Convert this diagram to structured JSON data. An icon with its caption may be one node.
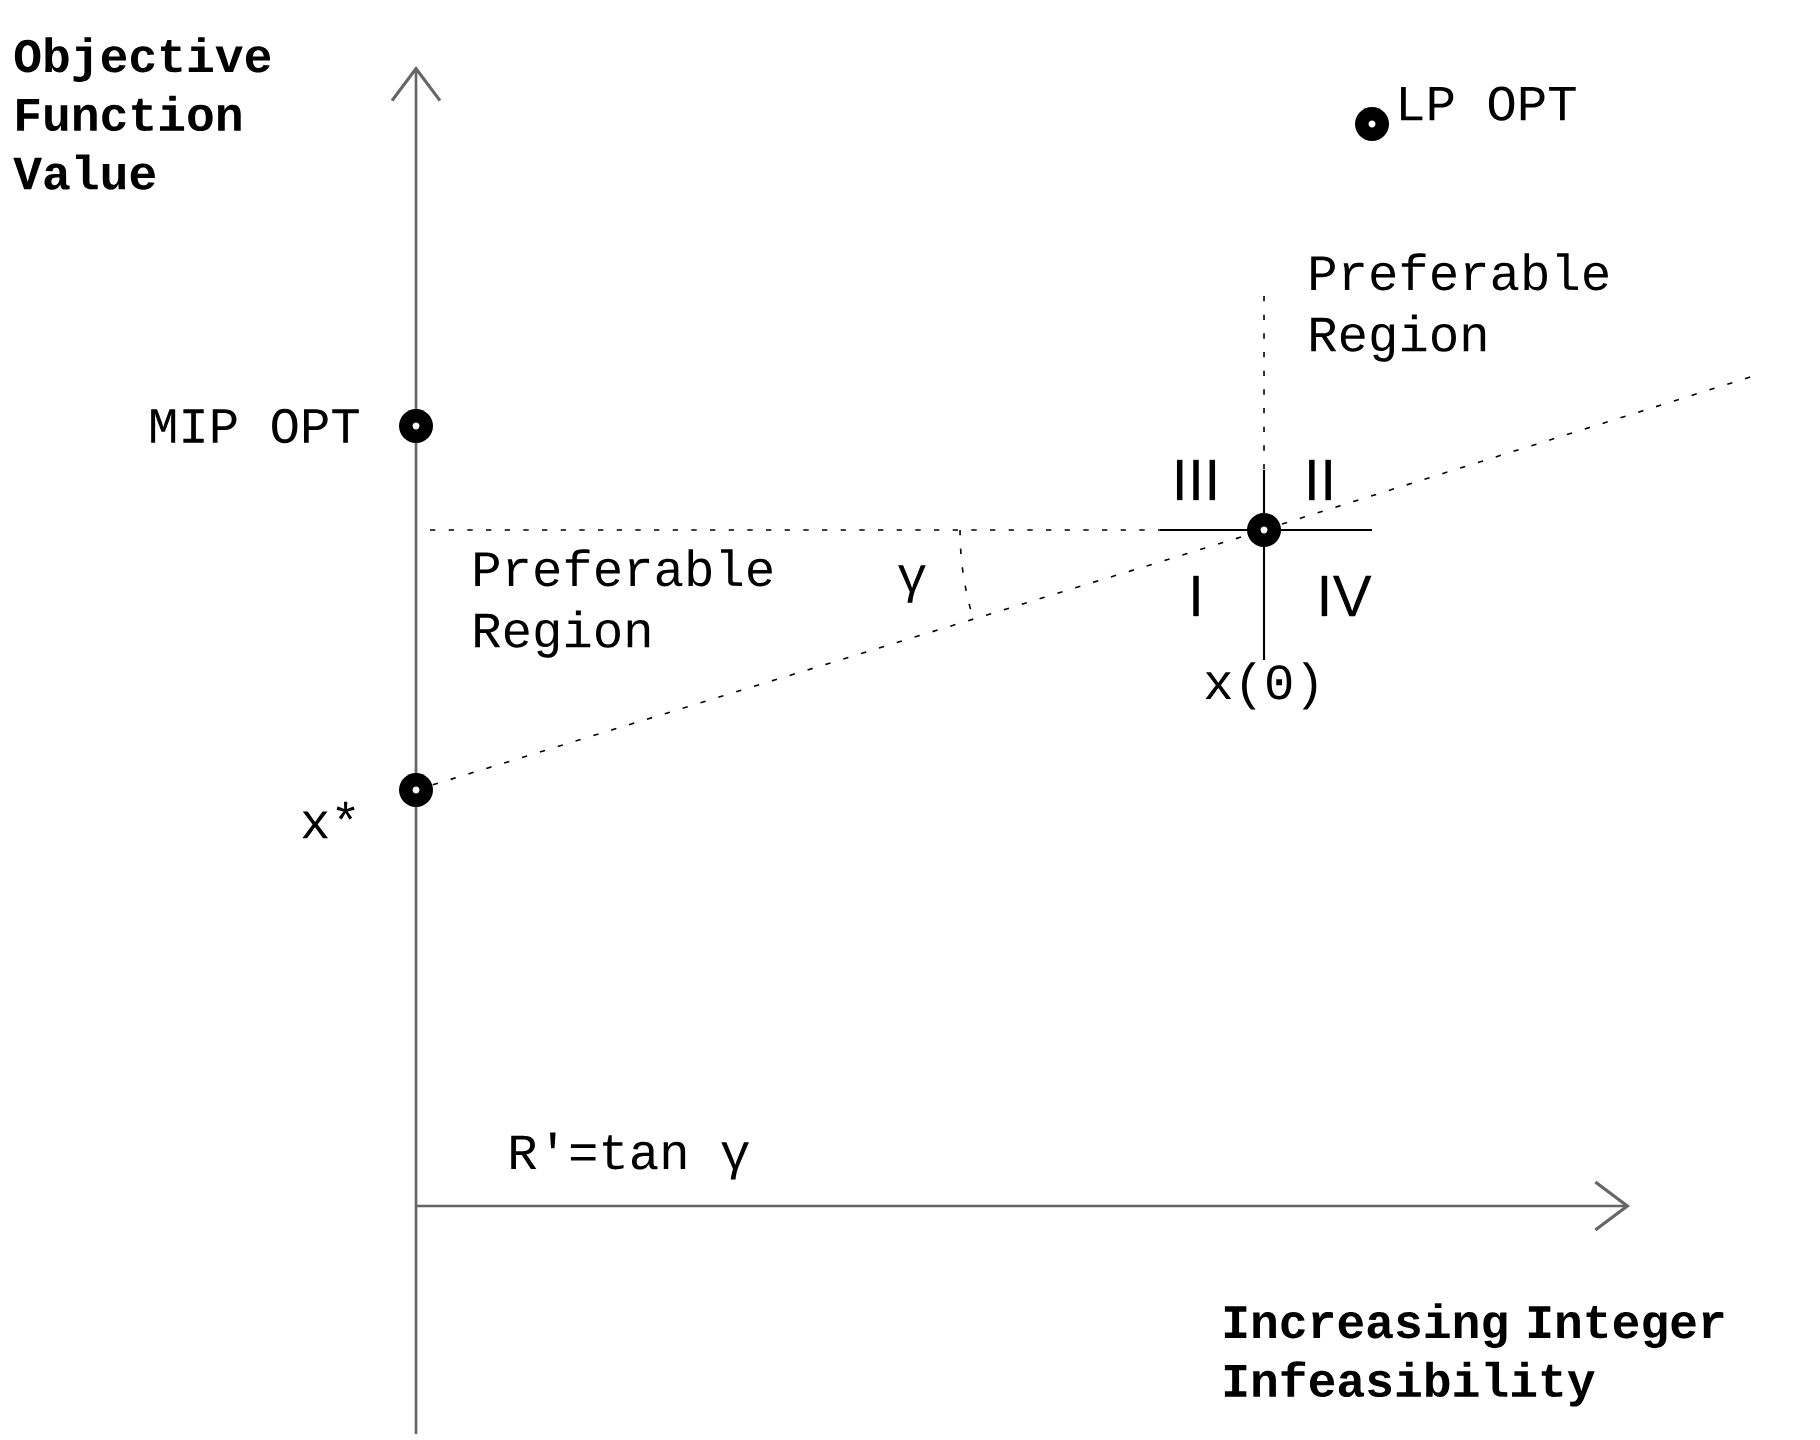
{
  "diagram": {
    "nodes": [
      {
        "text": [],
        "shape": "circle",
        "beside": [
          "LP OPT"
        ]
      },
      {
        "text": [],
        "shape": "circle",
        "beside": [
          "MIP OPT"
        ]
      },
      {
        "text": [],
        "shape": "circle",
        "beside": [
          "x(0)"
        ]
      },
      {
        "text": [],
        "shape": "circle",
        "beside": [
          "x*"
        ]
      }
    ],
    "edges": [
      {
        "from": 3,
        "to": 2,
        "arrow": "none",
        "style": "dashed"
      }
    ],
    "labels": [
      "Objective Function Value",
      "Preferable Region",
      "III",
      "II",
      "Preferable Region",
      "γ",
      "I",
      "IV",
      "R'=tan γ",
      "Increasing Integer Infeasibility"
    ]
  }
}
